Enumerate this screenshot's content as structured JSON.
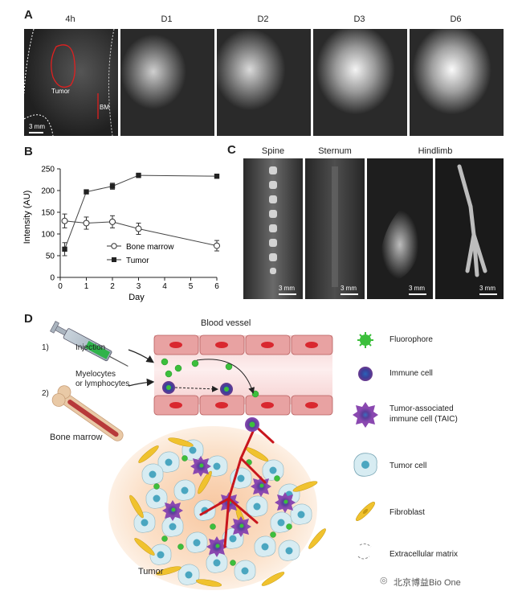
{
  "panels": {
    "a": "A",
    "b": "B",
    "c": "C",
    "d": "D"
  },
  "panel_a": {
    "timepoints": [
      "4h",
      "D1",
      "D2",
      "D3",
      "D6"
    ],
    "tumor_label": "Tumor",
    "bm_label": "BM",
    "scale_label": "3 mm"
  },
  "panel_c": {
    "titles": [
      "Spine",
      "Sternum",
      "Hindlimb"
    ],
    "scale_labels": [
      "3 mm",
      "3 mm",
      "3 mm",
      "3 mm"
    ]
  },
  "chart_data": {
    "type": "line",
    "xlabel": "Day",
    "ylabel": "Intensity (AU)",
    "xlim": [
      0,
      6
    ],
    "ylim": [
      0,
      250
    ],
    "x_ticks": [
      0,
      1,
      2,
      3,
      4,
      5,
      6
    ],
    "y_ticks": [
      0,
      50,
      100,
      150,
      200,
      250
    ],
    "legend_position": "bottom-right",
    "series": [
      {
        "name": "Bone marrow",
        "marker": "open-circle",
        "x": [
          0.17,
          1,
          2,
          3,
          6
        ],
        "y": [
          130,
          125,
          128,
          112,
          73
        ],
        "err": [
          16,
          14,
          14,
          13,
          12
        ]
      },
      {
        "name": "Tumor",
        "marker": "filled-square",
        "x": [
          0.17,
          1,
          2,
          3,
          6
        ],
        "y": [
          65,
          197,
          210,
          235,
          233
        ],
        "err": [
          15,
          4,
          7,
          5,
          4
        ]
      }
    ]
  },
  "panel_d": {
    "step1": "1)",
    "step2": "2)",
    "injection": "Injection",
    "myelocytes_line1": "Myelocytes",
    "myelocytes_line2": "or lymphocytes",
    "bone_marrow": "Bone marrow",
    "blood_vessel": "Blood vessel",
    "tumor": "Tumor",
    "legend": {
      "fluorophore": "Fluorophore",
      "immune_cell": "Immune cell",
      "taic_line1": "Tumor-associated",
      "taic_line2": "immune cell (TAIC)",
      "tumor_cell": "Tumor cell",
      "fibroblast": "Fibroblast",
      "ecm": "Extracellular matrix"
    },
    "watermark": "北京博益Bio One",
    "colors": {
      "vessel_cell": "#e8a2a2",
      "vessel_nucleus": "#d9282f",
      "fluorophore": "#3cbf3c",
      "immune": "#5b3a8c",
      "taic": "#7a3fa0",
      "tumor_cell": "#d7ecf2",
      "fibroblast": "#f0c22e",
      "tumor_bg": "#f6d6b8"
    }
  }
}
